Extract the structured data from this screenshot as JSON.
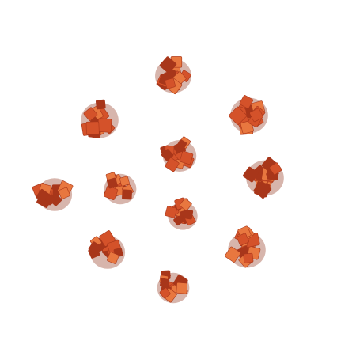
{
  "image": {
    "subject": "clusters-of-orange-red-cubes",
    "background_color": "#ffffff",
    "palette": {
      "base": "#d4522a",
      "dark": "#a8361a",
      "light": "#e8773f",
      "shadow": "#8c2a12"
    }
  },
  "clusters": [
    {
      "name": "cluster-top-center"
    },
    {
      "name": "cluster-upper-left"
    },
    {
      "name": "cluster-upper-right"
    },
    {
      "name": "cluster-center"
    },
    {
      "name": "cluster-middle-left"
    },
    {
      "name": "cluster-middle-left-inner"
    },
    {
      "name": "cluster-middle-right"
    },
    {
      "name": "cluster-lower-center"
    },
    {
      "name": "cluster-lower-left"
    },
    {
      "name": "cluster-lower-right"
    },
    {
      "name": "cluster-bottom-center"
    }
  ]
}
